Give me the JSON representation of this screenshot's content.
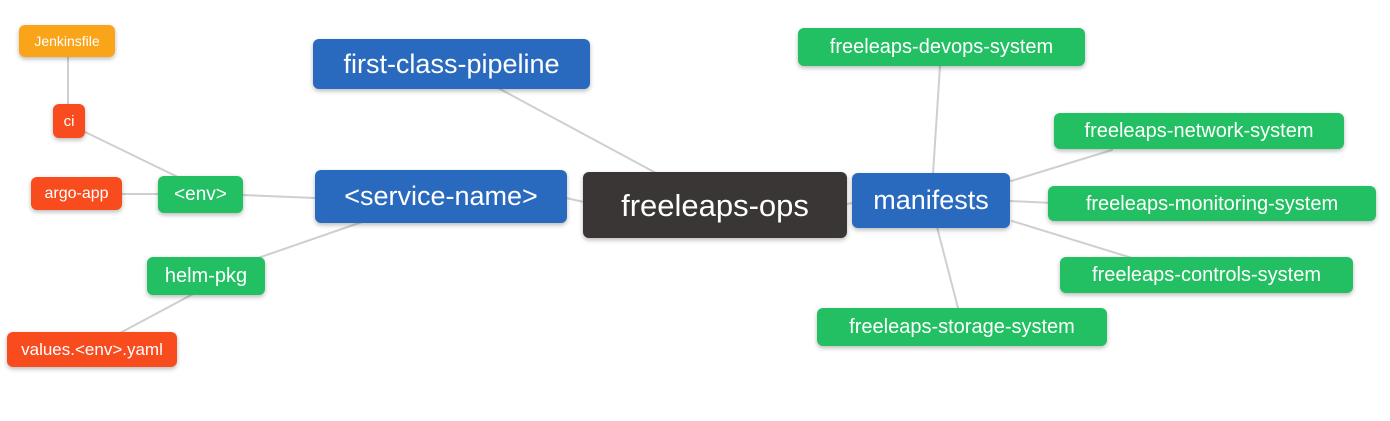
{
  "diagram": {
    "type": "mindmap",
    "root_id": "freeleaps-ops",
    "colors": {
      "dark": "#3B3636",
      "blue": "#2A6ABE",
      "green": "#22C062",
      "red": "#F84B1E",
      "orange": "#FAA41A",
      "edge": "#CFCFCF",
      "background": "#FFFFFF",
      "text": "#FFFFFF"
    },
    "nodes": [
      {
        "id": "freeleaps-ops",
        "label": "freeleaps-ops",
        "color": "dark",
        "level": "root"
      },
      {
        "id": "first-class-pipeline",
        "label": "first-class-pipeline",
        "color": "blue",
        "level": "branch"
      },
      {
        "id": "service-name",
        "label": "<service-name>",
        "color": "blue",
        "level": "branch"
      },
      {
        "id": "manifests",
        "label": "manifests",
        "color": "blue",
        "level": "branch"
      },
      {
        "id": "env",
        "label": "<env>",
        "color": "green",
        "level": "sub"
      },
      {
        "id": "helm-pkg",
        "label": "helm-pkg",
        "color": "green",
        "level": "sub"
      },
      {
        "id": "ci",
        "label": "ci",
        "color": "red",
        "level": "leaf"
      },
      {
        "id": "argo-app",
        "label": "argo-app",
        "color": "red",
        "level": "leaf"
      },
      {
        "id": "jenkinsfile",
        "label": "Jenkinsfile",
        "color": "orange",
        "level": "leaf"
      },
      {
        "id": "values-env-yaml",
        "label": "values.<env>.yaml",
        "color": "red",
        "level": "leaf"
      },
      {
        "id": "freeleaps-devops-system",
        "label": "freeleaps-devops-system",
        "color": "green",
        "level": "sub"
      },
      {
        "id": "freeleaps-network-system",
        "label": "freeleaps-network-system",
        "color": "green",
        "level": "sub"
      },
      {
        "id": "freeleaps-monitoring-system",
        "label": "freeleaps-monitoring-system",
        "color": "green",
        "level": "sub"
      },
      {
        "id": "freeleaps-controls-system",
        "label": "freeleaps-controls-system",
        "color": "green",
        "level": "sub"
      },
      {
        "id": "freeleaps-storage-system",
        "label": "freeleaps-storage-system",
        "color": "green",
        "level": "sub"
      }
    ],
    "edges": [
      [
        "jenkinsfile",
        "ci"
      ],
      [
        "ci",
        "env"
      ],
      [
        "argo-app",
        "env"
      ],
      [
        "env",
        "service-name"
      ],
      [
        "service-name",
        "helm-pkg"
      ],
      [
        "helm-pkg",
        "values-env-yaml"
      ],
      [
        "first-class-pipeline",
        "freeleaps-ops"
      ],
      [
        "service-name",
        "freeleaps-ops"
      ],
      [
        "freeleaps-ops",
        "manifests"
      ],
      [
        "manifests",
        "freeleaps-devops-system"
      ],
      [
        "manifests",
        "freeleaps-network-system"
      ],
      [
        "manifests",
        "freeleaps-monitoring-system"
      ],
      [
        "manifests",
        "freeleaps-controls-system"
      ],
      [
        "manifests",
        "freeleaps-storage-system"
      ]
    ]
  }
}
